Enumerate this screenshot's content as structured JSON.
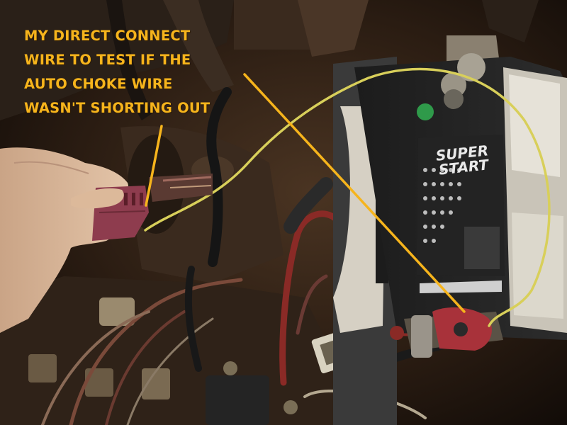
{
  "annotation": {
    "lines": [
      "MY DIRECT CONNECT",
      "WIRE TO TEST IF THE",
      "AUTO CHOKE WIRE",
      "WASN'T SHORTING OUT"
    ],
    "color": "#f6b41c"
  },
  "battery": {
    "brand_line1": "SUPER",
    "brand_line2": "START"
  }
}
